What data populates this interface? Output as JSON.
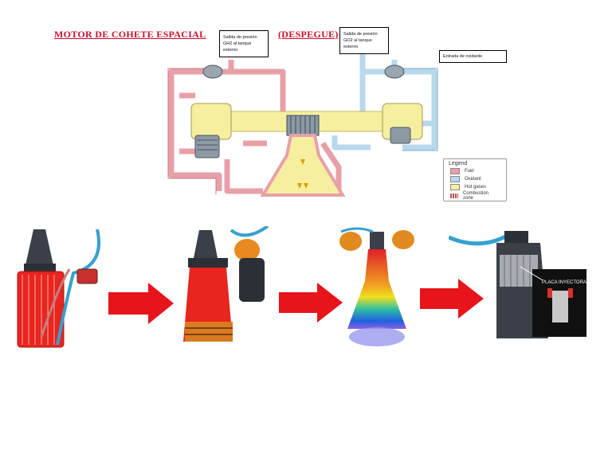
{
  "header": {
    "title": "MOTOR DE COHETE ESPACIAL",
    "subtitle": "(DESPEGUE)"
  },
  "callouts": {
    "gh2": [
      "Salida de presión",
      "GH2 al tanque",
      "externo"
    ],
    "go2": [
      "Salida de presión",
      "GO2 al tanque",
      "externo"
    ],
    "oxidant": "Entrada de oxidante"
  },
  "legend": {
    "title": "Legend",
    "items": [
      {
        "label": "Fuel",
        "color": "#e8a0a8"
      },
      {
        "label": "Oxidant",
        "color": "#b8d8ee"
      },
      {
        "label": "Hot gases",
        "color": "#f6efa0"
      },
      {
        "label": "Combustion zone",
        "color": "#c05050"
      }
    ]
  },
  "sequence": {
    "injector_label": "PLACA INYECTORA",
    "arrow_color": "#e8141b"
  },
  "colors": {
    "fuel": "#e8a0a8",
    "oxidant": "#b8d8ee",
    "hot_gases": "#f6efa0",
    "title_red": "#c8102e"
  }
}
